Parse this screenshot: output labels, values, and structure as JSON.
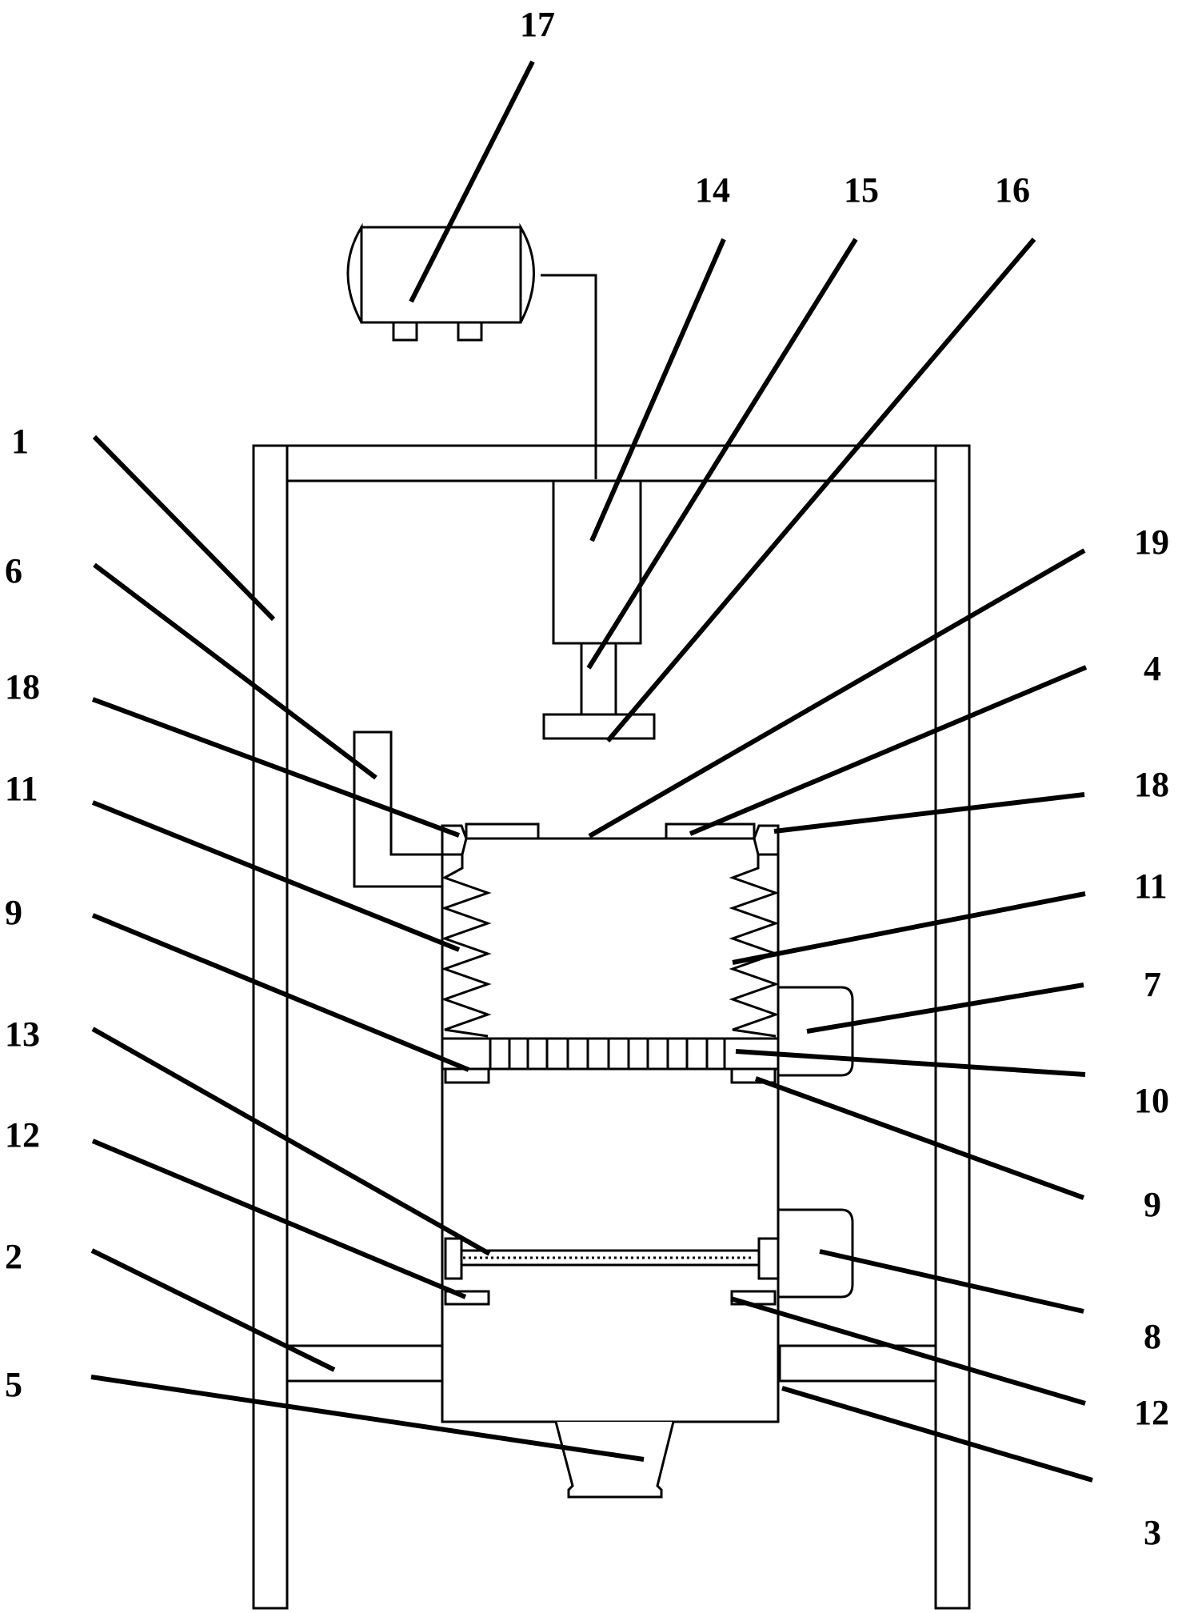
{
  "labels": {
    "l1": "1",
    "l2": "2",
    "l3": "3",
    "l4": "4",
    "l5": "5",
    "l6": "6",
    "l7": "7",
    "l8": "8",
    "l9a": "9",
    "l9b": "9",
    "l10": "10",
    "l11a": "11",
    "l11b": "11",
    "l12a": "12",
    "l12b": "12",
    "l13": "13",
    "l14": "14",
    "l15": "15",
    "l16": "16",
    "l17": "17",
    "l18a": "18",
    "l18b": "18",
    "l19": "19"
  },
  "colors": {
    "stroke": "#000000",
    "background": "#ffffff"
  }
}
